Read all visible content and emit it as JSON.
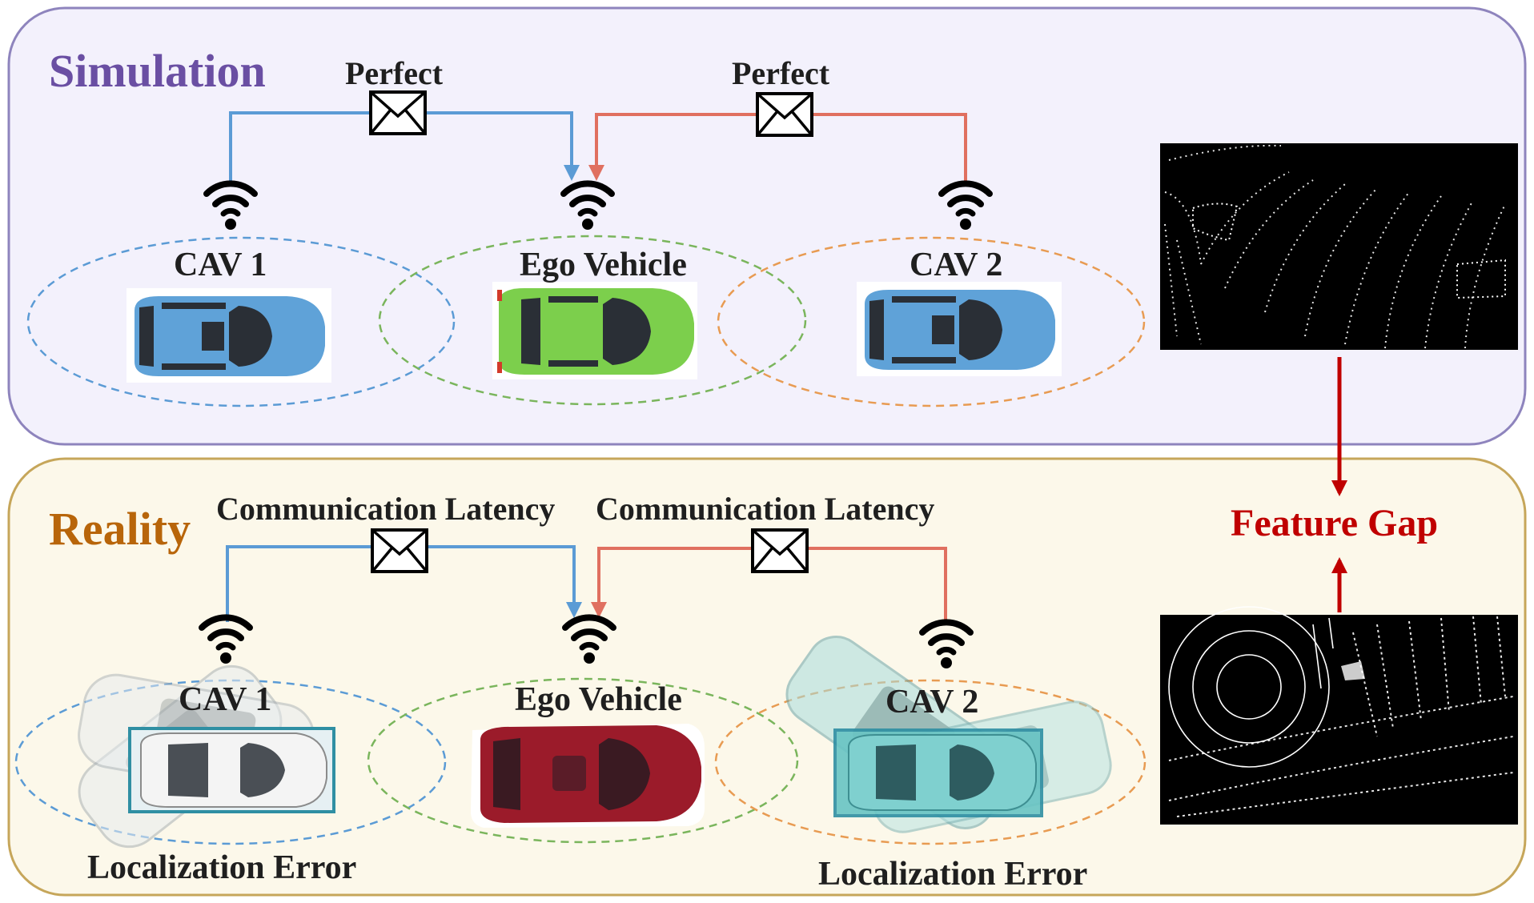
{
  "simulation": {
    "title": "Simulation",
    "msg_left": "Perfect",
    "msg_right": "Perfect",
    "cav1": "CAV 1",
    "ego": "Ego Vehicle",
    "cav2": "CAV 2"
  },
  "reality": {
    "title": "Reality",
    "msg_left": "Communication Latency",
    "msg_right": "Communication Latency",
    "cav1": "CAV 1",
    "ego": "Ego Vehicle",
    "cav2": "CAV 2",
    "error_left": "Localization Error",
    "error_right": "Localization Error"
  },
  "gap_label": "Feature Gap",
  "colors": {
    "sim_title": "#6a4fa3",
    "real_title": "#b8650a",
    "sim_panel": "#f3f1fc",
    "sim_border": "#8e84bd",
    "real_panel": "#fcf8ea",
    "real_border": "#c6a65a",
    "blue_link": "#5b9bd5",
    "red_link": "#e07060",
    "gap_arrow": "#c00000",
    "cav_blue": "#5fa2d8",
    "ego_green": "#7ccf4c",
    "ego_red": "#9b1b2a",
    "cav_teal": "#7fd0cf"
  }
}
